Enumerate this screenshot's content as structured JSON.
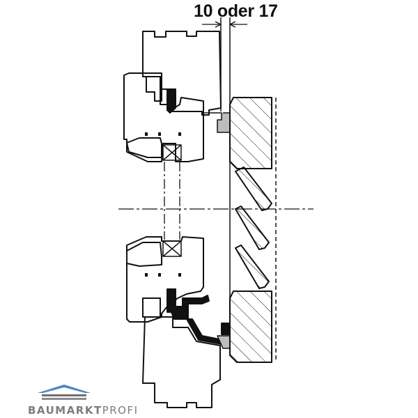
{
  "dimension": {
    "label": "10 oder 17"
  },
  "logo": {
    "text_bold": "BAUMARKT",
    "text_light": "PROFI"
  },
  "colors": {
    "ink": "#111111",
    "logo_blue": "#4a87c4",
    "logo_gray": "#6f6f6f"
  }
}
